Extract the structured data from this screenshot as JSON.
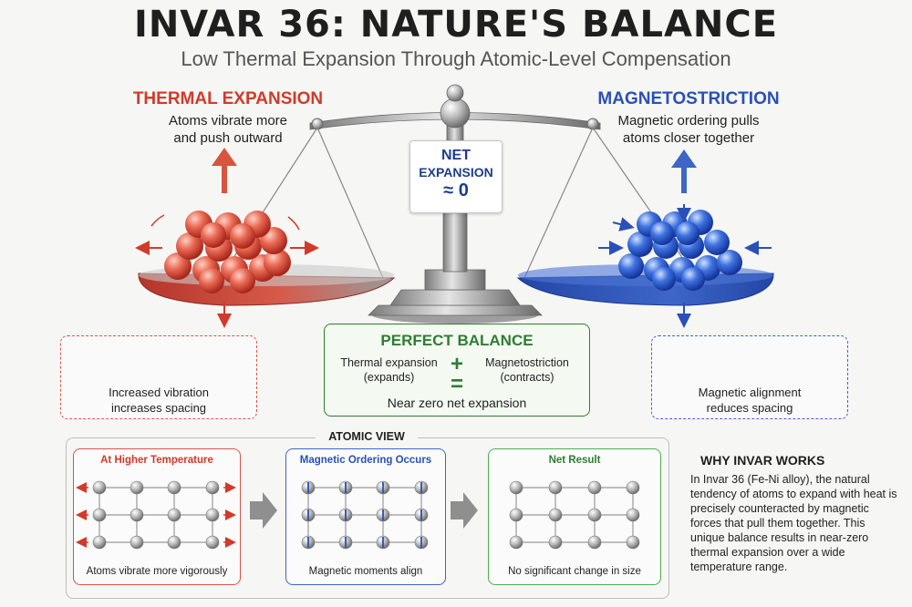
{
  "header": {
    "title": "INVAR 36: NATURE'S BALANCE",
    "subtitle": "Low Thermal Expansion Through Atomic-Level Compensation"
  },
  "left": {
    "heading": "THERMAL EXPANSION",
    "desc_line1": "Atoms vibrate more",
    "desc_line2": "and push outward",
    "box_line1": "Increased vibration",
    "box_line2": "increases spacing"
  },
  "right": {
    "heading": "MAGNETOSTRICTION",
    "desc_line1": "Magnetic ordering pulls",
    "desc_line2": "atoms closer together",
    "box_line1": "Magnetic alignment",
    "box_line2": "reduces spacing"
  },
  "sign": {
    "line1": "NET",
    "line2": "EXPANSION",
    "line3": "≈ 0"
  },
  "balance_box": {
    "title": "PERFECT BALANCE",
    "left_term": "Thermal expansion",
    "left_note": "(expands)",
    "plus": "+",
    "right_term": "Magnetostriction",
    "right_note": "(contracts)",
    "equals": "=",
    "result": "Near zero net expansion"
  },
  "atomic": {
    "label": "ATOMIC VIEW",
    "panels": [
      {
        "title": "At Higher Temperature",
        "caption": "Atoms vibrate more vigorously"
      },
      {
        "title": "Magnetic Ordering Occurs",
        "caption": "Magnetic moments align"
      },
      {
        "title": "Net Result",
        "caption": "No significant change in size"
      }
    ]
  },
  "why": {
    "title": "WHY INVAR WORKS",
    "body": "In Invar 36 (Fe-Ni alloy), the natural tendency of atoms to expand with heat is precisely counteracted by magnetic forces that pull them together. This unique balance results in near-zero thermal expansion over a wide temperature range."
  },
  "colors": {
    "thermal": "#d23a2a",
    "magnetic": "#2a50b8",
    "balance": "#2e7d32",
    "sign_text": "#1d3d8a"
  }
}
